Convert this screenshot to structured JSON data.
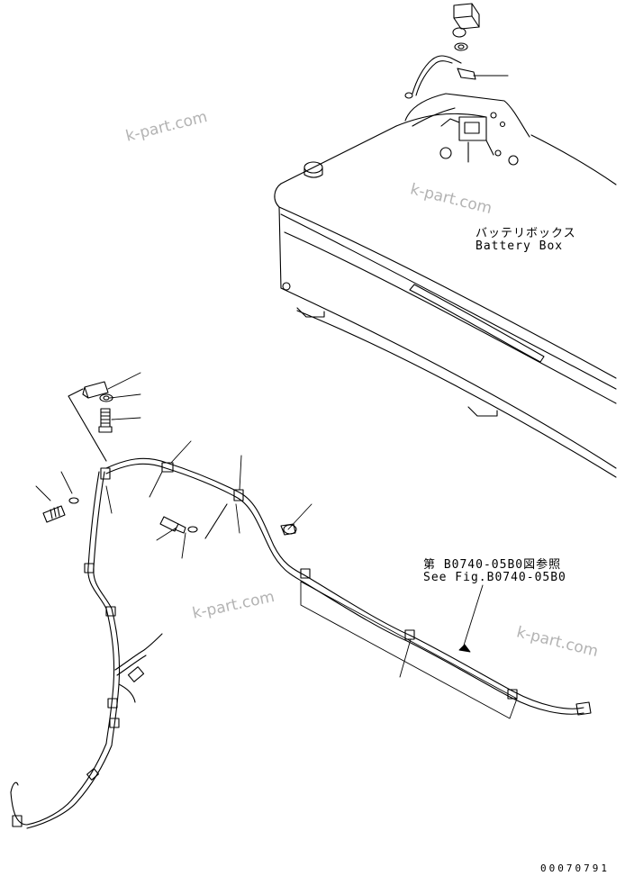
{
  "battery_box": {
    "label_jp": "バッテリボックス",
    "label_en": "Battery Box"
  },
  "reference": {
    "label_jp": "第 B0740-05B0図参照",
    "label_en": "See Fig.B0740-05B0"
  },
  "watermark": "k-part.com",
  "document_number": "00070791",
  "colors": {
    "line": "#000000",
    "watermark": "#b3b3b3",
    "background": "#ffffff"
  }
}
